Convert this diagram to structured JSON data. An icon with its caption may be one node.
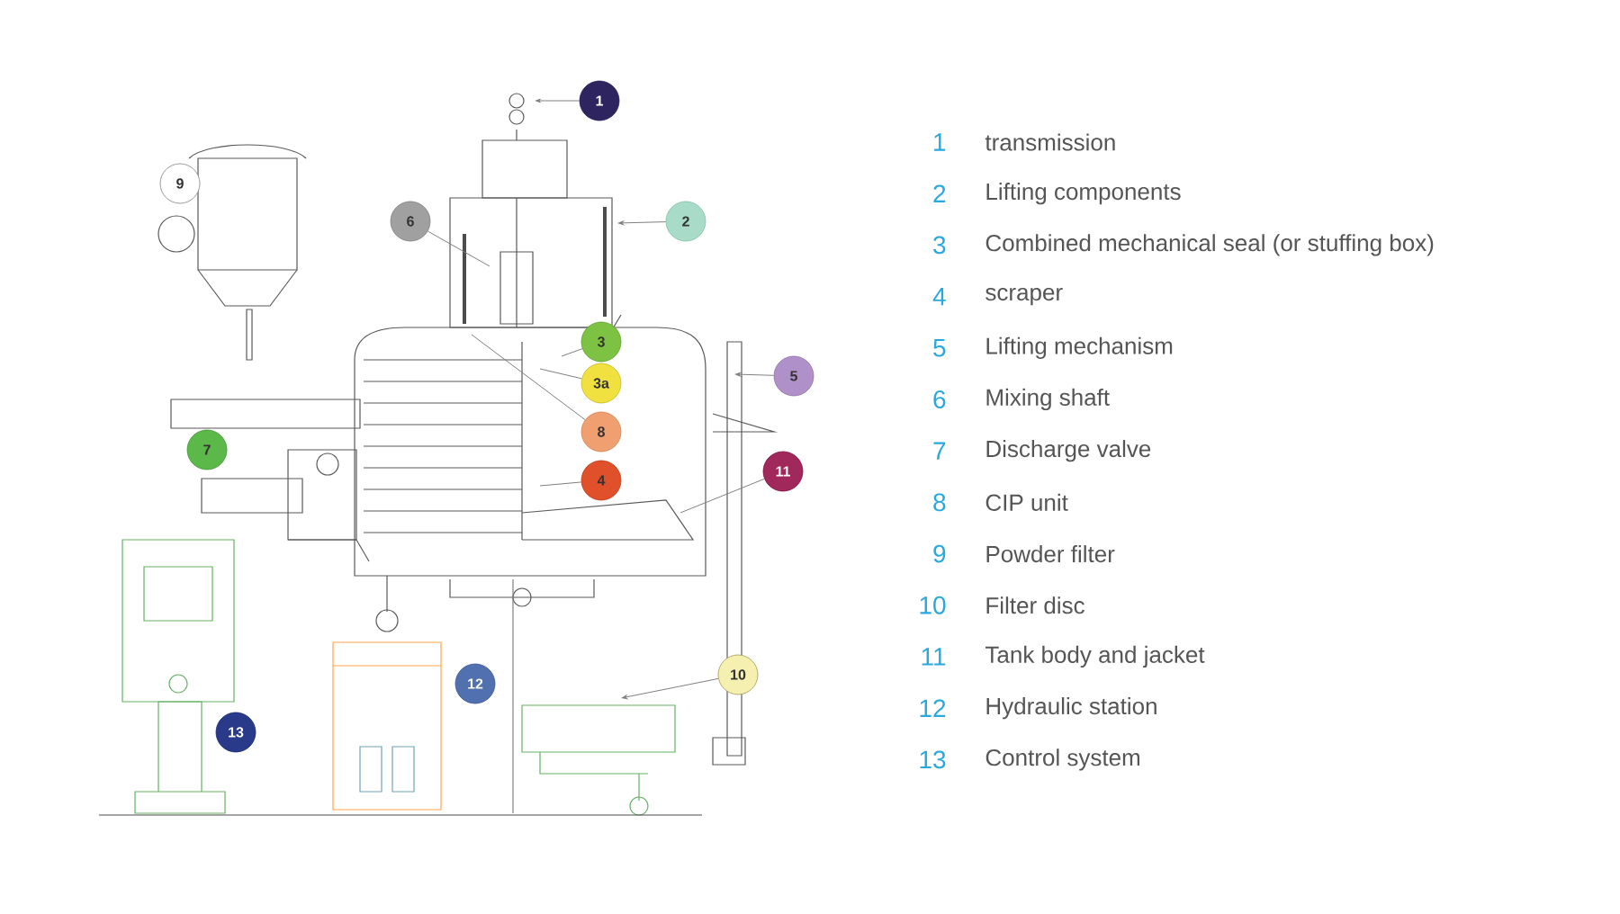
{
  "diagram": {
    "nodes": [
      {
        "text": [
          "1"
        ]
      },
      {
        "text": [
          "2"
        ]
      },
      {
        "text": [
          "3"
        ]
      },
      {
        "text": [
          "3a"
        ]
      },
      {
        "text": [
          "4"
        ]
      },
      {
        "text": [
          "5"
        ]
      },
      {
        "text": [
          "6"
        ]
      },
      {
        "text": [
          "7"
        ]
      },
      {
        "text": [
          "8"
        ]
      },
      {
        "text": [
          "9"
        ]
      },
      {
        "text": [
          "10"
        ]
      },
      {
        "text": [
          "11"
        ]
      },
      {
        "text": [
          "12"
        ]
      },
      {
        "text": [
          "13"
        ]
      }
    ],
    "edges": [
      {
        "from": 0,
        "to": null,
        "arrow": "to"
      },
      {
        "from": 1,
        "to": null,
        "arrow": "to"
      },
      {
        "from": 2,
        "to": null,
        "arrow": "none"
      },
      {
        "from": 3,
        "to": null,
        "arrow": "none"
      },
      {
        "from": 4,
        "to": null,
        "arrow": "none"
      },
      {
        "from": 5,
        "to": null,
        "arrow": "to"
      },
      {
        "from": 6,
        "to": null,
        "arrow": "none"
      },
      {
        "from": 8,
        "to": null,
        "arrow": "none"
      },
      {
        "from": 10,
        "to": null,
        "arrow": "to"
      },
      {
        "from": 11,
        "to": null,
        "arrow": "none"
      }
    ],
    "labels": [
      "1",
      "transmission",
      "2",
      "Lifting components",
      "3",
      "Combined mechanical seal (or stuffing box)",
      "4",
      "scraper",
      "5",
      "Lifting mechanism",
      "6",
      "Mixing shaft",
      "7",
      "Discharge valve",
      "8",
      "CIP unit",
      "9",
      "Powder filter",
      "10",
      "Filter disc",
      "11",
      "Tank body and jacket",
      "12",
      "Hydraulic station",
      "13",
      "Control system"
    ]
  }
}
